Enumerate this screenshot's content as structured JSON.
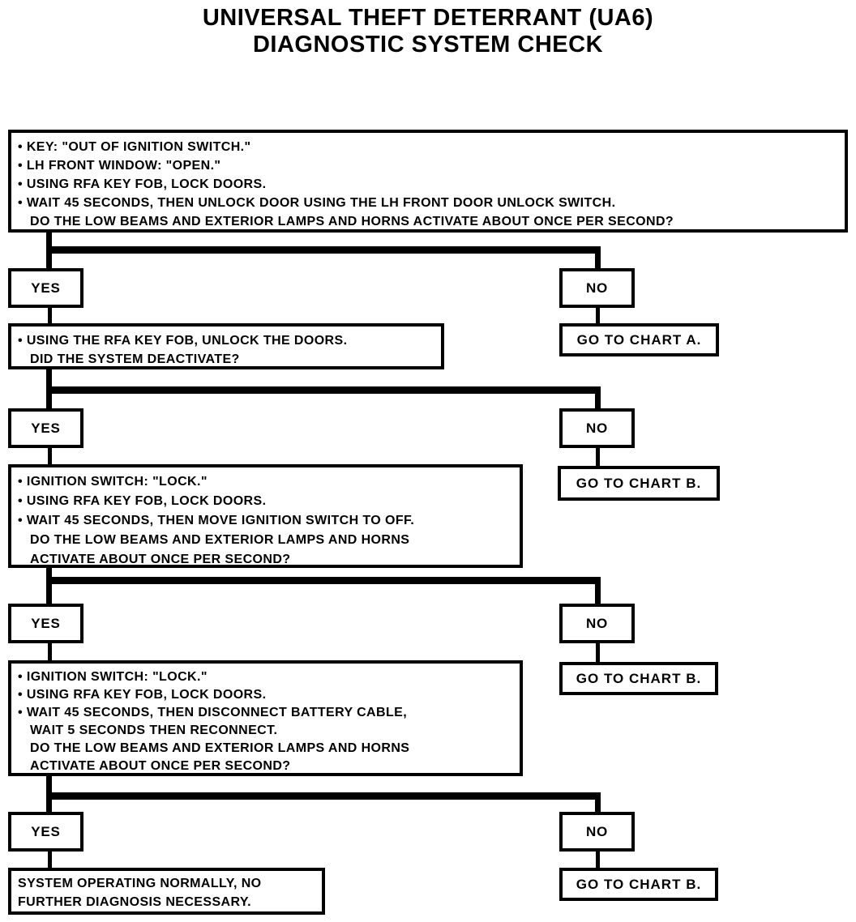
{
  "title": {
    "line1": "UNIVERSAL THEFT DETERRANT (UA6)",
    "line2": "DIAGNOSTIC SYSTEM CHECK"
  },
  "colors": {
    "ink": "#000000",
    "paper": "#ffffff"
  },
  "flow": {
    "yes": "YES",
    "no": "NO",
    "chart_a": "GO TO CHART A.",
    "chart_b": "GO TO CHART B.",
    "q1_lines": [
      "• KEY: \"OUT OF IGNITION SWITCH.\"",
      "• LH FRONT WINDOW: \"OPEN.\"",
      "• USING RFA KEY FOB, LOCK DOORS.",
      "• WAIT 45 SECONDS, THEN UNLOCK DOOR USING THE LH FRONT DOOR UNLOCK SWITCH.",
      "DO THE LOW BEAMS AND EXTERIOR LAMPS AND HORNS ACTIVATE ABOUT ONCE PER SECOND?"
    ],
    "q2_lines": [
      "• USING THE RFA KEY FOB, UNLOCK THE DOORS.",
      "DID THE SYSTEM DEACTIVATE?"
    ],
    "q3_lines": [
      "• IGNITION SWITCH: \"LOCK.\"",
      "• USING RFA KEY FOB, LOCK DOORS.",
      "• WAIT 45 SECONDS, THEN MOVE IGNITION SWITCH TO OFF.",
      "DO THE LOW BEAMS AND EXTERIOR LAMPS AND HORNS",
      "ACTIVATE ABOUT ONCE PER SECOND?"
    ],
    "q4_lines": [
      "• IGNITION SWITCH: \"LOCK.\"",
      "• USING RFA KEY FOB, LOCK DOORS.",
      "• WAIT 45 SECONDS, THEN DISCONNECT BATTERY CABLE,",
      "WAIT 5 SECONDS THEN RECONNECT.",
      "DO THE LOW BEAMS AND EXTERIOR LAMPS AND HORNS",
      "ACTIVATE ABOUT ONCE PER SECOND?"
    ],
    "result_lines": [
      "SYSTEM OPERATING NORMALLY, NO",
      "FURTHER DIAGNOSIS NECESSARY."
    ]
  }
}
